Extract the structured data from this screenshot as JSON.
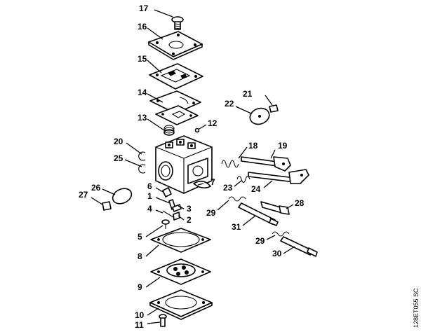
{
  "diagram": {
    "callouts": {
      "c1": "1",
      "c2": "2",
      "c3": "3",
      "c4": "4",
      "c5": "5",
      "c6": "6",
      "c7": "7",
      "c8": "8",
      "c9": "9",
      "c10": "10",
      "c11": "11",
      "c12": "12",
      "c13": "13",
      "c14": "14",
      "c15": "15",
      "c16": "16",
      "c17": "17",
      "c18": "18",
      "c19": "19",
      "c20": "20",
      "c21": "21",
      "c22": "22",
      "c23": "23",
      "c24": "24",
      "c25": "25",
      "c26": "26",
      "c27": "27",
      "c28": "28",
      "c29a": "29",
      "c29b": "29",
      "c30": "30",
      "c31": "31"
    },
    "drawing_code": "128ET055 SC"
  }
}
